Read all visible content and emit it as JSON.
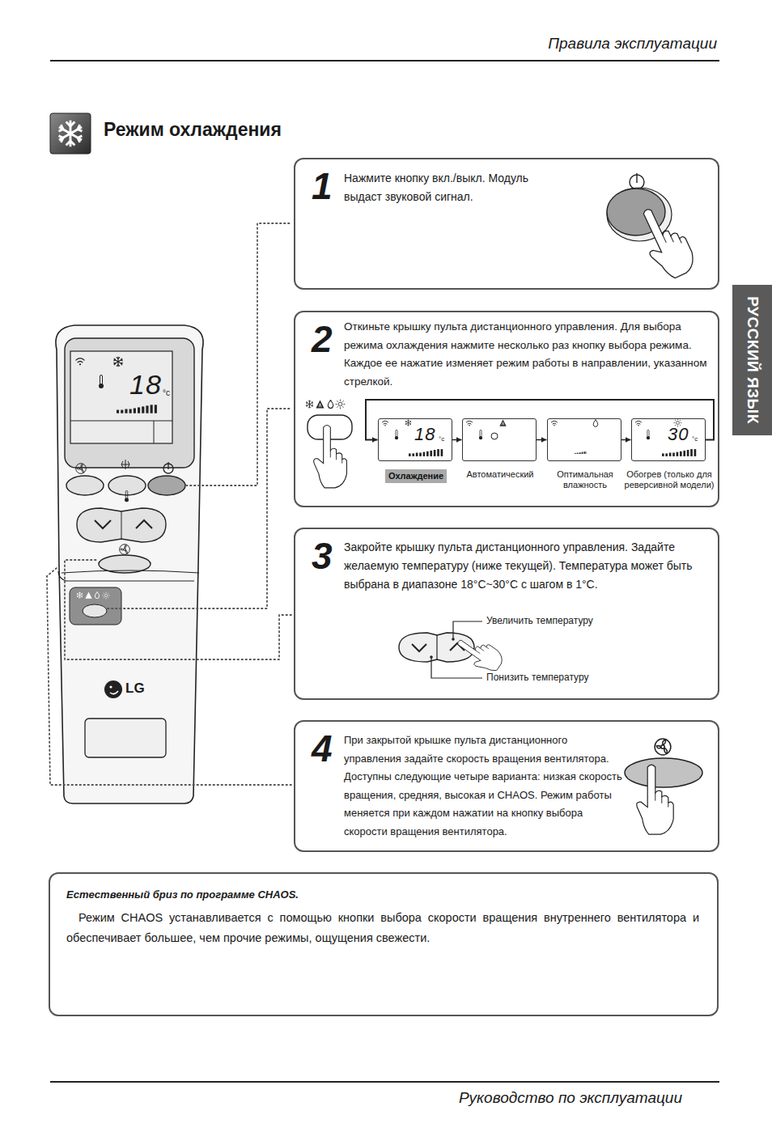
{
  "diagram": {
    "title": "Режим охлаждения",
    "nodes": [
      {
        "text": [
          "1",
          "Нажмите кнопку вкл./выкл. Модуль выдаст звуковой сигнал."
        ]
      },
      {
        "text": [
          "2",
          "Откиньте крышку пульта дистанционного управления. Для выбора режима охлаждения нажмите несколько раз кнопку выбора режима. Каждое ее нажатие изменяет режим работы в направлении, указанном стрелкой."
        ]
      },
      {
        "text": [
          "18",
          "°c",
          "Охлаждение"
        ],
        "in": 1
      },
      {
        "text": [
          "Автоматический"
        ],
        "in": 1
      },
      {
        "text": [
          "Оптимальная влажность"
        ],
        "in": 1
      },
      {
        "text": [
          "30",
          "°c",
          "Обогрев (только для реверсивной модели)"
        ],
        "in": 1
      },
      {
        "text": [
          "3",
          "Закройте крышку пульта дистанционного управления. Задайте желаемую температуру (ниже текущей). Температура может быть выбрана в диапазоне 18°C~30°C с шагом в 1°C."
        ]
      },
      {
        "text": [
          "4",
          "При закрытой крышке пульта дистанционного управления задайте скорость вращения вентилятора. Доступны следующие четыре варианта: низкая скорость вращения, средняя, высокая и CHAOS. Режим работы меняется при каждом нажатии на кнопку выбора скорости вращения вентилятора."
        ]
      },
      {
        "text": [
          "Естественный бриз по программе CHAOS.",
          "Режим CHAOS устанавливается с помощью кнопки выбора скорости вращения внутреннего вентилятора и обеспечивает большее, чем прочие режимы, ощущения свежести."
        ]
      },
      {
        "text": [
          "РУССКИЙ ЯЗЫК"
        ]
      }
    ],
    "edges": [
      {
        "from": 2,
        "to": 3,
        "arrow": "to"
      },
      {
        "from": 3,
        "to": 4,
        "arrow": "to"
      },
      {
        "from": 4,
        "to": 5,
        "arrow": "to"
      },
      {
        "from": 5,
        "to": 2,
        "arrow": "to"
      }
    ],
    "labels": [
      "Правила эксплуатации",
      "18",
      "°c",
      "LG",
      "Увеличить температуру",
      "Понизить температуру",
      "Руководство по эксплуатации"
    ]
  }
}
